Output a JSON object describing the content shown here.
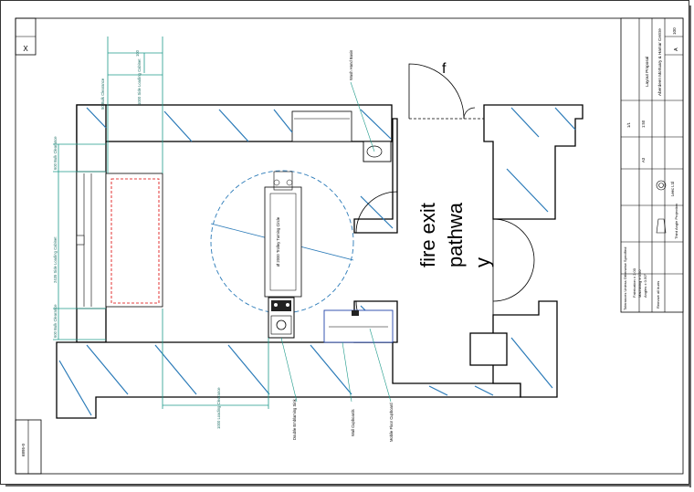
{
  "drawing": {
    "fire_exit_lines": [
      "fire exit",
      "pathwa",
      "y"
    ],
    "door_letter": "f",
    "corner_mark": "X",
    "labels": {
      "wash_hand_basin": "Wash Hand Basin",
      "trolley_turning": "Ø 2000 Trolley Turning Circle",
      "double_sink": "Double Emblaming Sink",
      "wall_cupboards": "Wall Cupboards",
      "mobile_floor_cupboard": "Mobile Floor Cupboard"
    },
    "dimensions": {
      "top_bulk": "50 Bulk Clearance",
      "top_side": "1000 Side Loading Cabinet",
      "top_small": "100",
      "left_top": "600 Bulk Clearance",
      "left_mid": "2435 Side Loading Cabinet",
      "left_bottom": "600 Bulk Clearance",
      "bottom_loading": "1000 Loading Clearance"
    },
    "left_margin_ref": "6895-0"
  },
  "title_block": {
    "project": "Aberdeen Mortuary & Hamar Centre",
    "drawing_title": "Layout Proposal",
    "revision": "A",
    "sheet": "1/1",
    "scale": "1:50",
    "drawing_no": "100",
    "size": "A3",
    "tolerances": "Tolerances Unless Otherwise Specified",
    "linear": "Fabrication ± 2.00",
    "machining": "Machining ± 0.50",
    "angles": "Angles ± 0.50°",
    "remove_burrs": "Remove all burrs",
    "third_angle": "Third Angle Projection",
    "company": "Leec Ltd"
  }
}
